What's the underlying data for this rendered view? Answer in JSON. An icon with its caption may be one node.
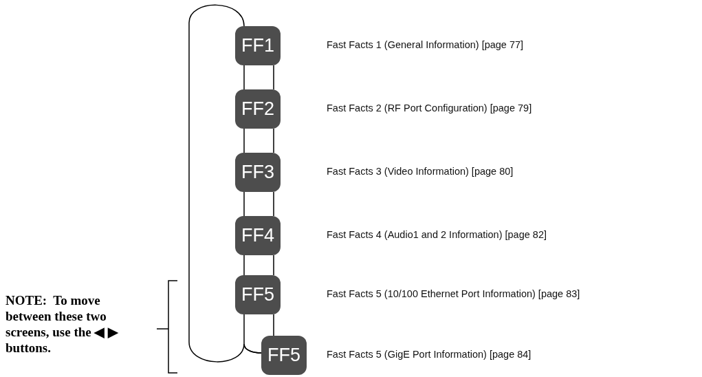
{
  "diagram": {
    "nodes": [
      {
        "text": [
          "FF1"
        ]
      },
      {
        "text": [
          "FF2"
        ]
      },
      {
        "text": [
          "FF3"
        ]
      },
      {
        "text": [
          "FF4"
        ]
      },
      {
        "text": [
          "FF5"
        ]
      },
      {
        "text": [
          "FF5"
        ]
      }
    ],
    "edges": [
      {
        "from": 0,
        "to": 1,
        "arrow": "none"
      },
      {
        "from": 1,
        "to": 2,
        "arrow": "none"
      },
      {
        "from": 2,
        "to": 3,
        "arrow": "none"
      },
      {
        "from": 3,
        "to": 4,
        "arrow": "none"
      },
      {
        "from": 4,
        "to": 5,
        "arrow": "none"
      },
      {
        "from": 0,
        "to": 5,
        "arrow": "none"
      }
    ],
    "labels": [
      "Fast Facts 1 (General Information) [page 77]",
      "Fast Facts 2 (RF Port Configuration) [page 79]",
      "Fast Facts 3 (Video Information) [page 80]",
      "Fast Facts 4 (Audio1 and 2 Information) [page 82]",
      "Fast Facts 5 (10/100 Ethernet Port Information) [page 83]",
      "NOTE:  To move between these two screens, use the ◀ ▶ buttons.",
      "Fast Facts 5 (GigE Port Information) [page 84]"
    ]
  }
}
